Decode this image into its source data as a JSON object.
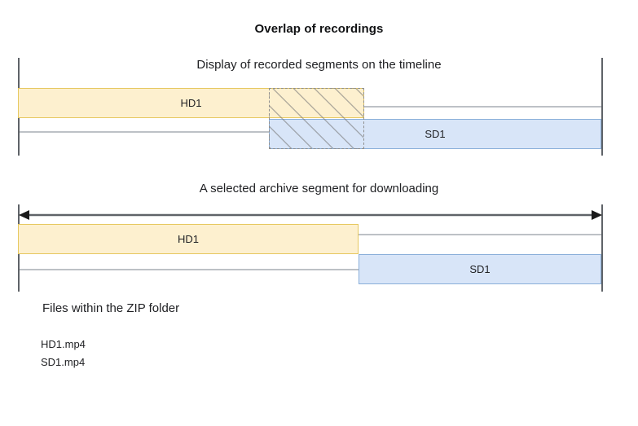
{
  "title": "Overlap of recordings",
  "sections": [
    {
      "caption": "Display of recorded segments on the timeline",
      "tracks": [
        {
          "label": "HD1",
          "type": "hd"
        },
        {
          "label": "SD1",
          "type": "sd"
        }
      ],
      "overlap": {
        "present": true,
        "pattern": "diagonal-hatch",
        "border": "dashed"
      }
    },
    {
      "caption": "A selected archive segment for downloading",
      "tracks": [
        {
          "label": "HD1",
          "type": "hd"
        },
        {
          "label": "SD1",
          "type": "sd"
        }
      ],
      "selection_arrow": {
        "present": true,
        "direction": "double"
      }
    }
  ],
  "zip": {
    "heading": "Files within the ZIP folder",
    "files": [
      {
        "name": "HD1.mp4"
      },
      {
        "name": "SD1.mp4"
      }
    ]
  },
  "colors": {
    "hd_fill": "#fdf0cf",
    "hd_border": "#e6c860",
    "sd_fill": "#d8e5f8",
    "sd_border": "#8aafda",
    "track_line": "#bdc1c6",
    "tick": "#5f6368",
    "hatch": "#8f8f8f",
    "text": "#202124"
  }
}
